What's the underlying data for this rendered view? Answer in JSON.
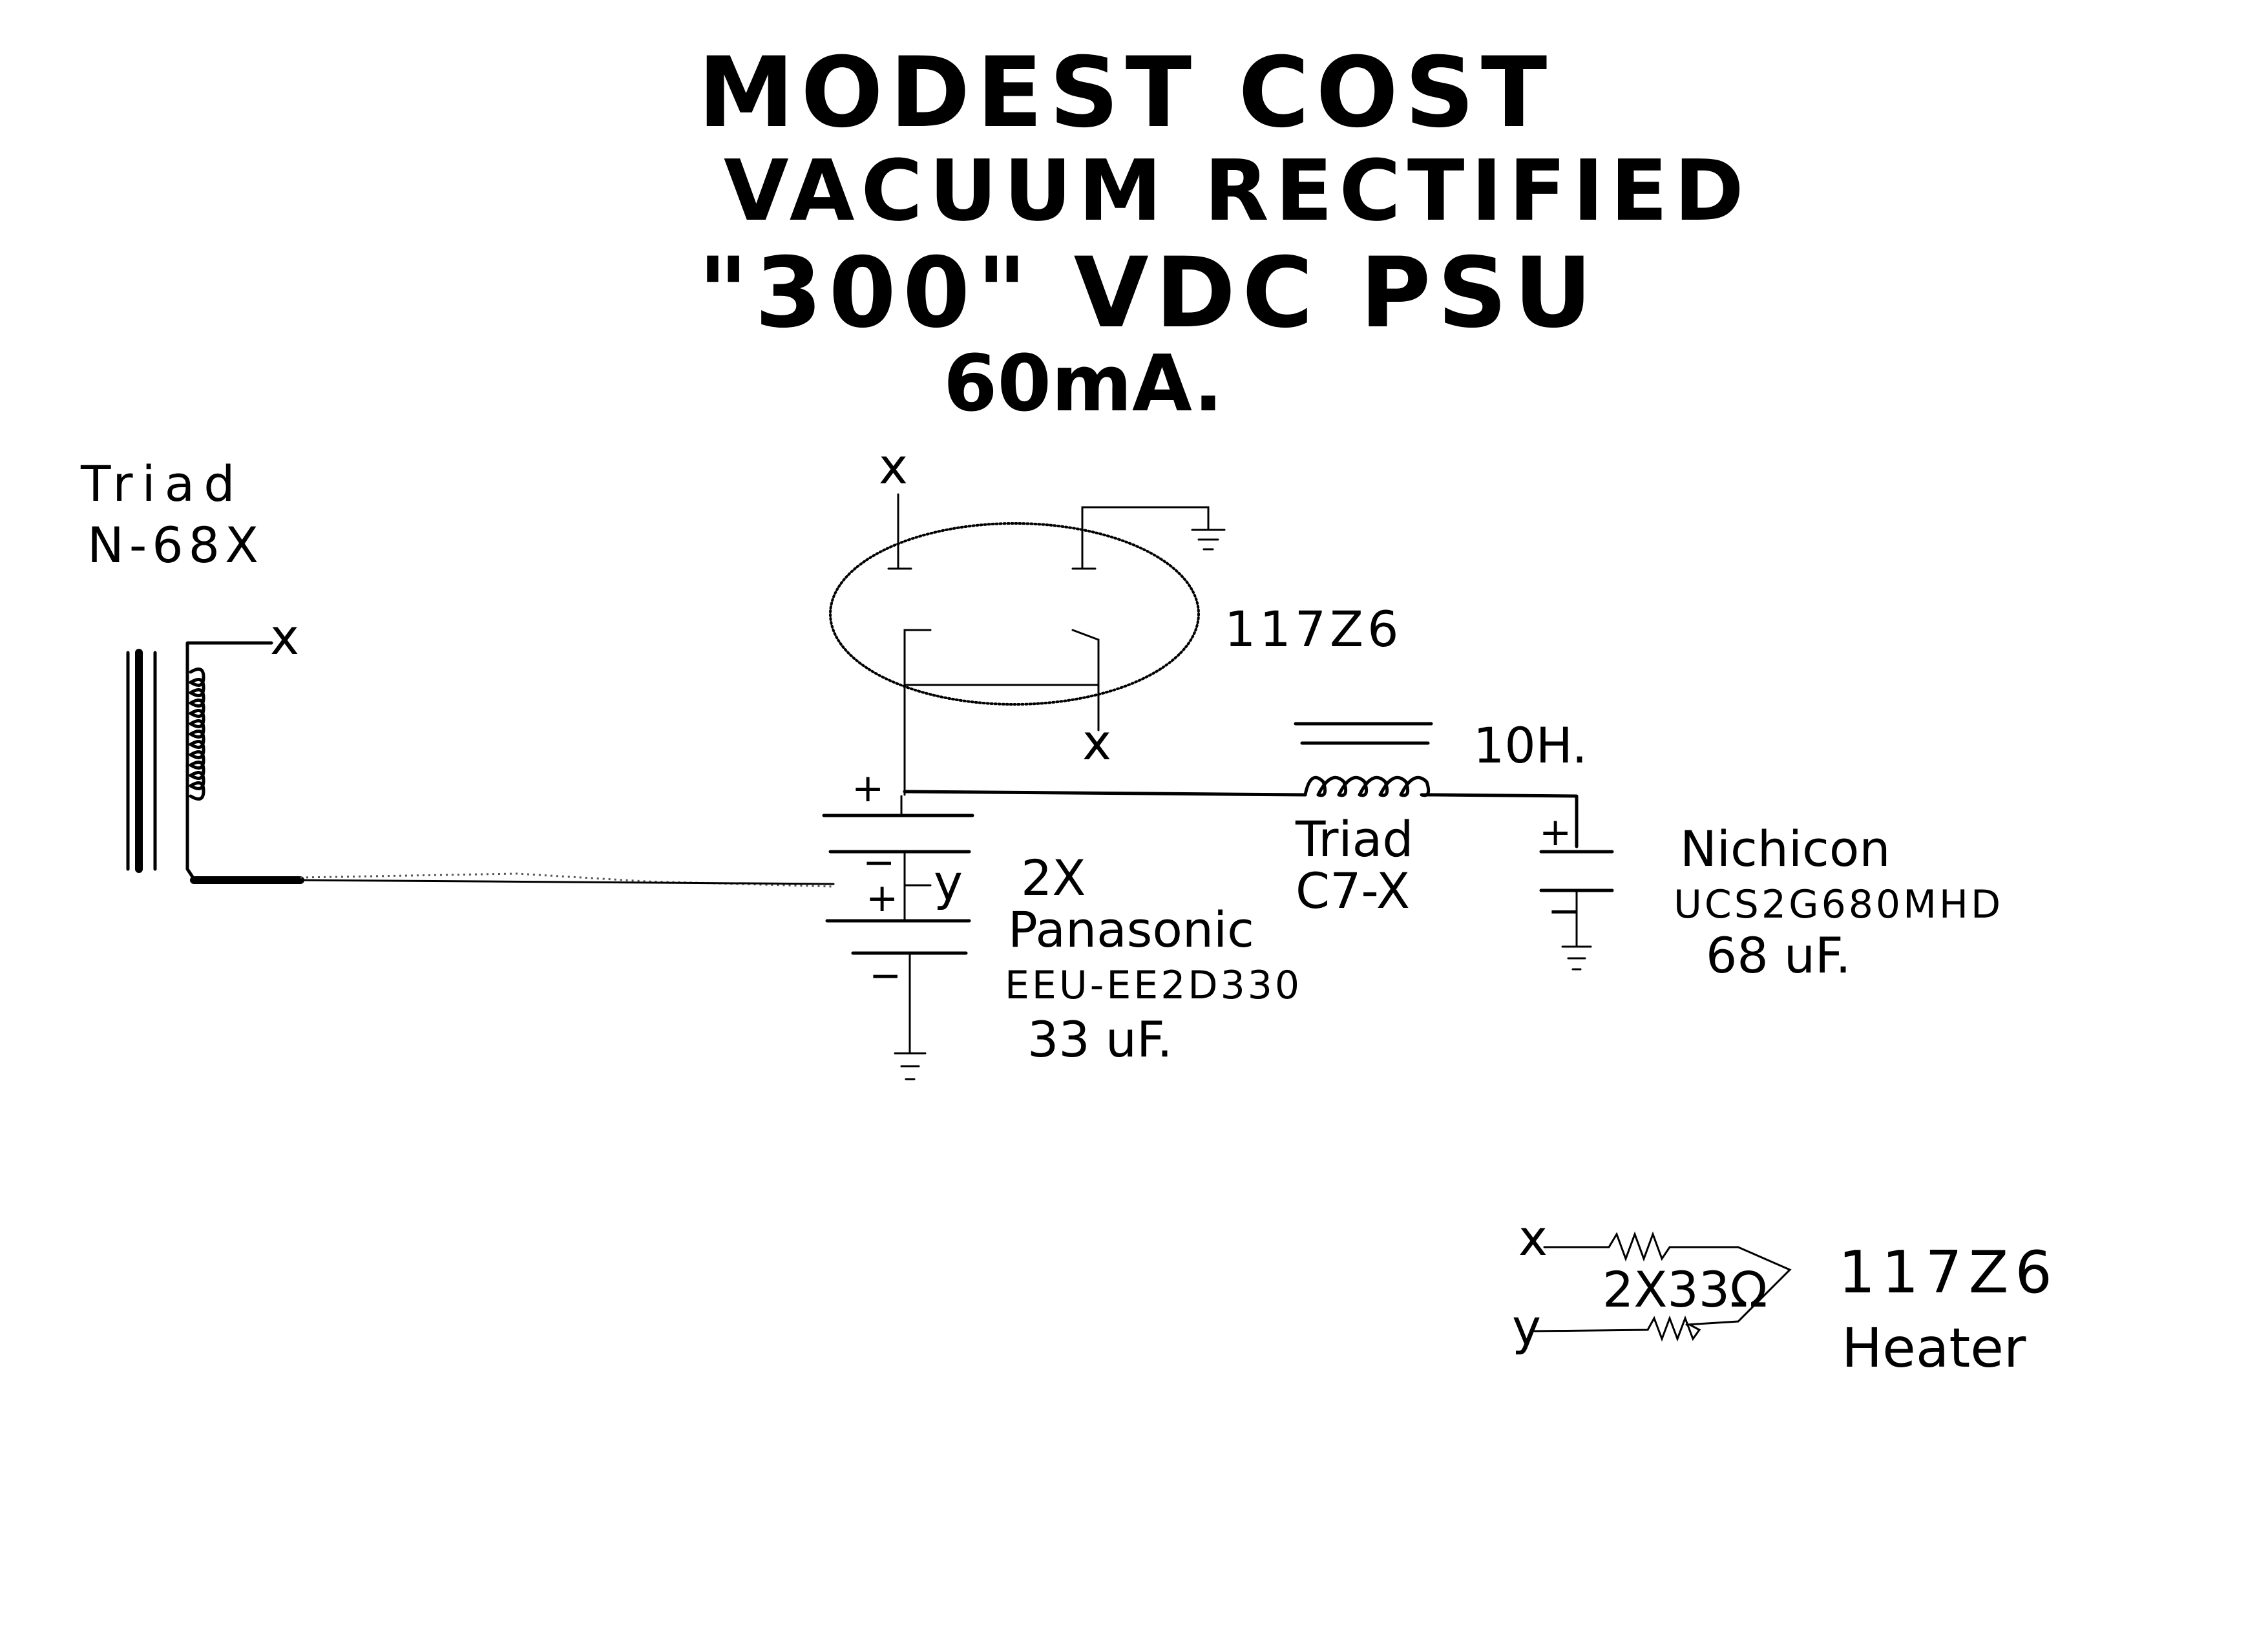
{
  "title": {
    "line1": "MODEST COST",
    "line2": "VACUUM RECTIFIED",
    "line3": "\"300\" VDC PSU",
    "line4": "60mA."
  },
  "transformer": {
    "brand": "Triad",
    "model": "N-68X",
    "terminal_top": "x"
  },
  "tube": {
    "label": "117Z6",
    "top_terminal": "x",
    "bottom_terminal": "x"
  },
  "first_cap": {
    "plus_mark": "+",
    "minus_mark": "−",
    "node_label": "y",
    "qty": "2X",
    "brand": "Panasonic",
    "part": "EEU-EE2D330",
    "value": "33 uF."
  },
  "choke": {
    "value": "10H.",
    "brand": "Triad",
    "model": "C7-X"
  },
  "second_cap": {
    "plus_mark": "+",
    "minus_mark": "−",
    "brand": "Nichicon",
    "part": "UCS2G680MHD",
    "value": "68 uF."
  },
  "heater": {
    "node_x": "x",
    "node_y": "y",
    "resistors": "2X33Ω",
    "tube": "117Z6",
    "label": "Heater"
  }
}
